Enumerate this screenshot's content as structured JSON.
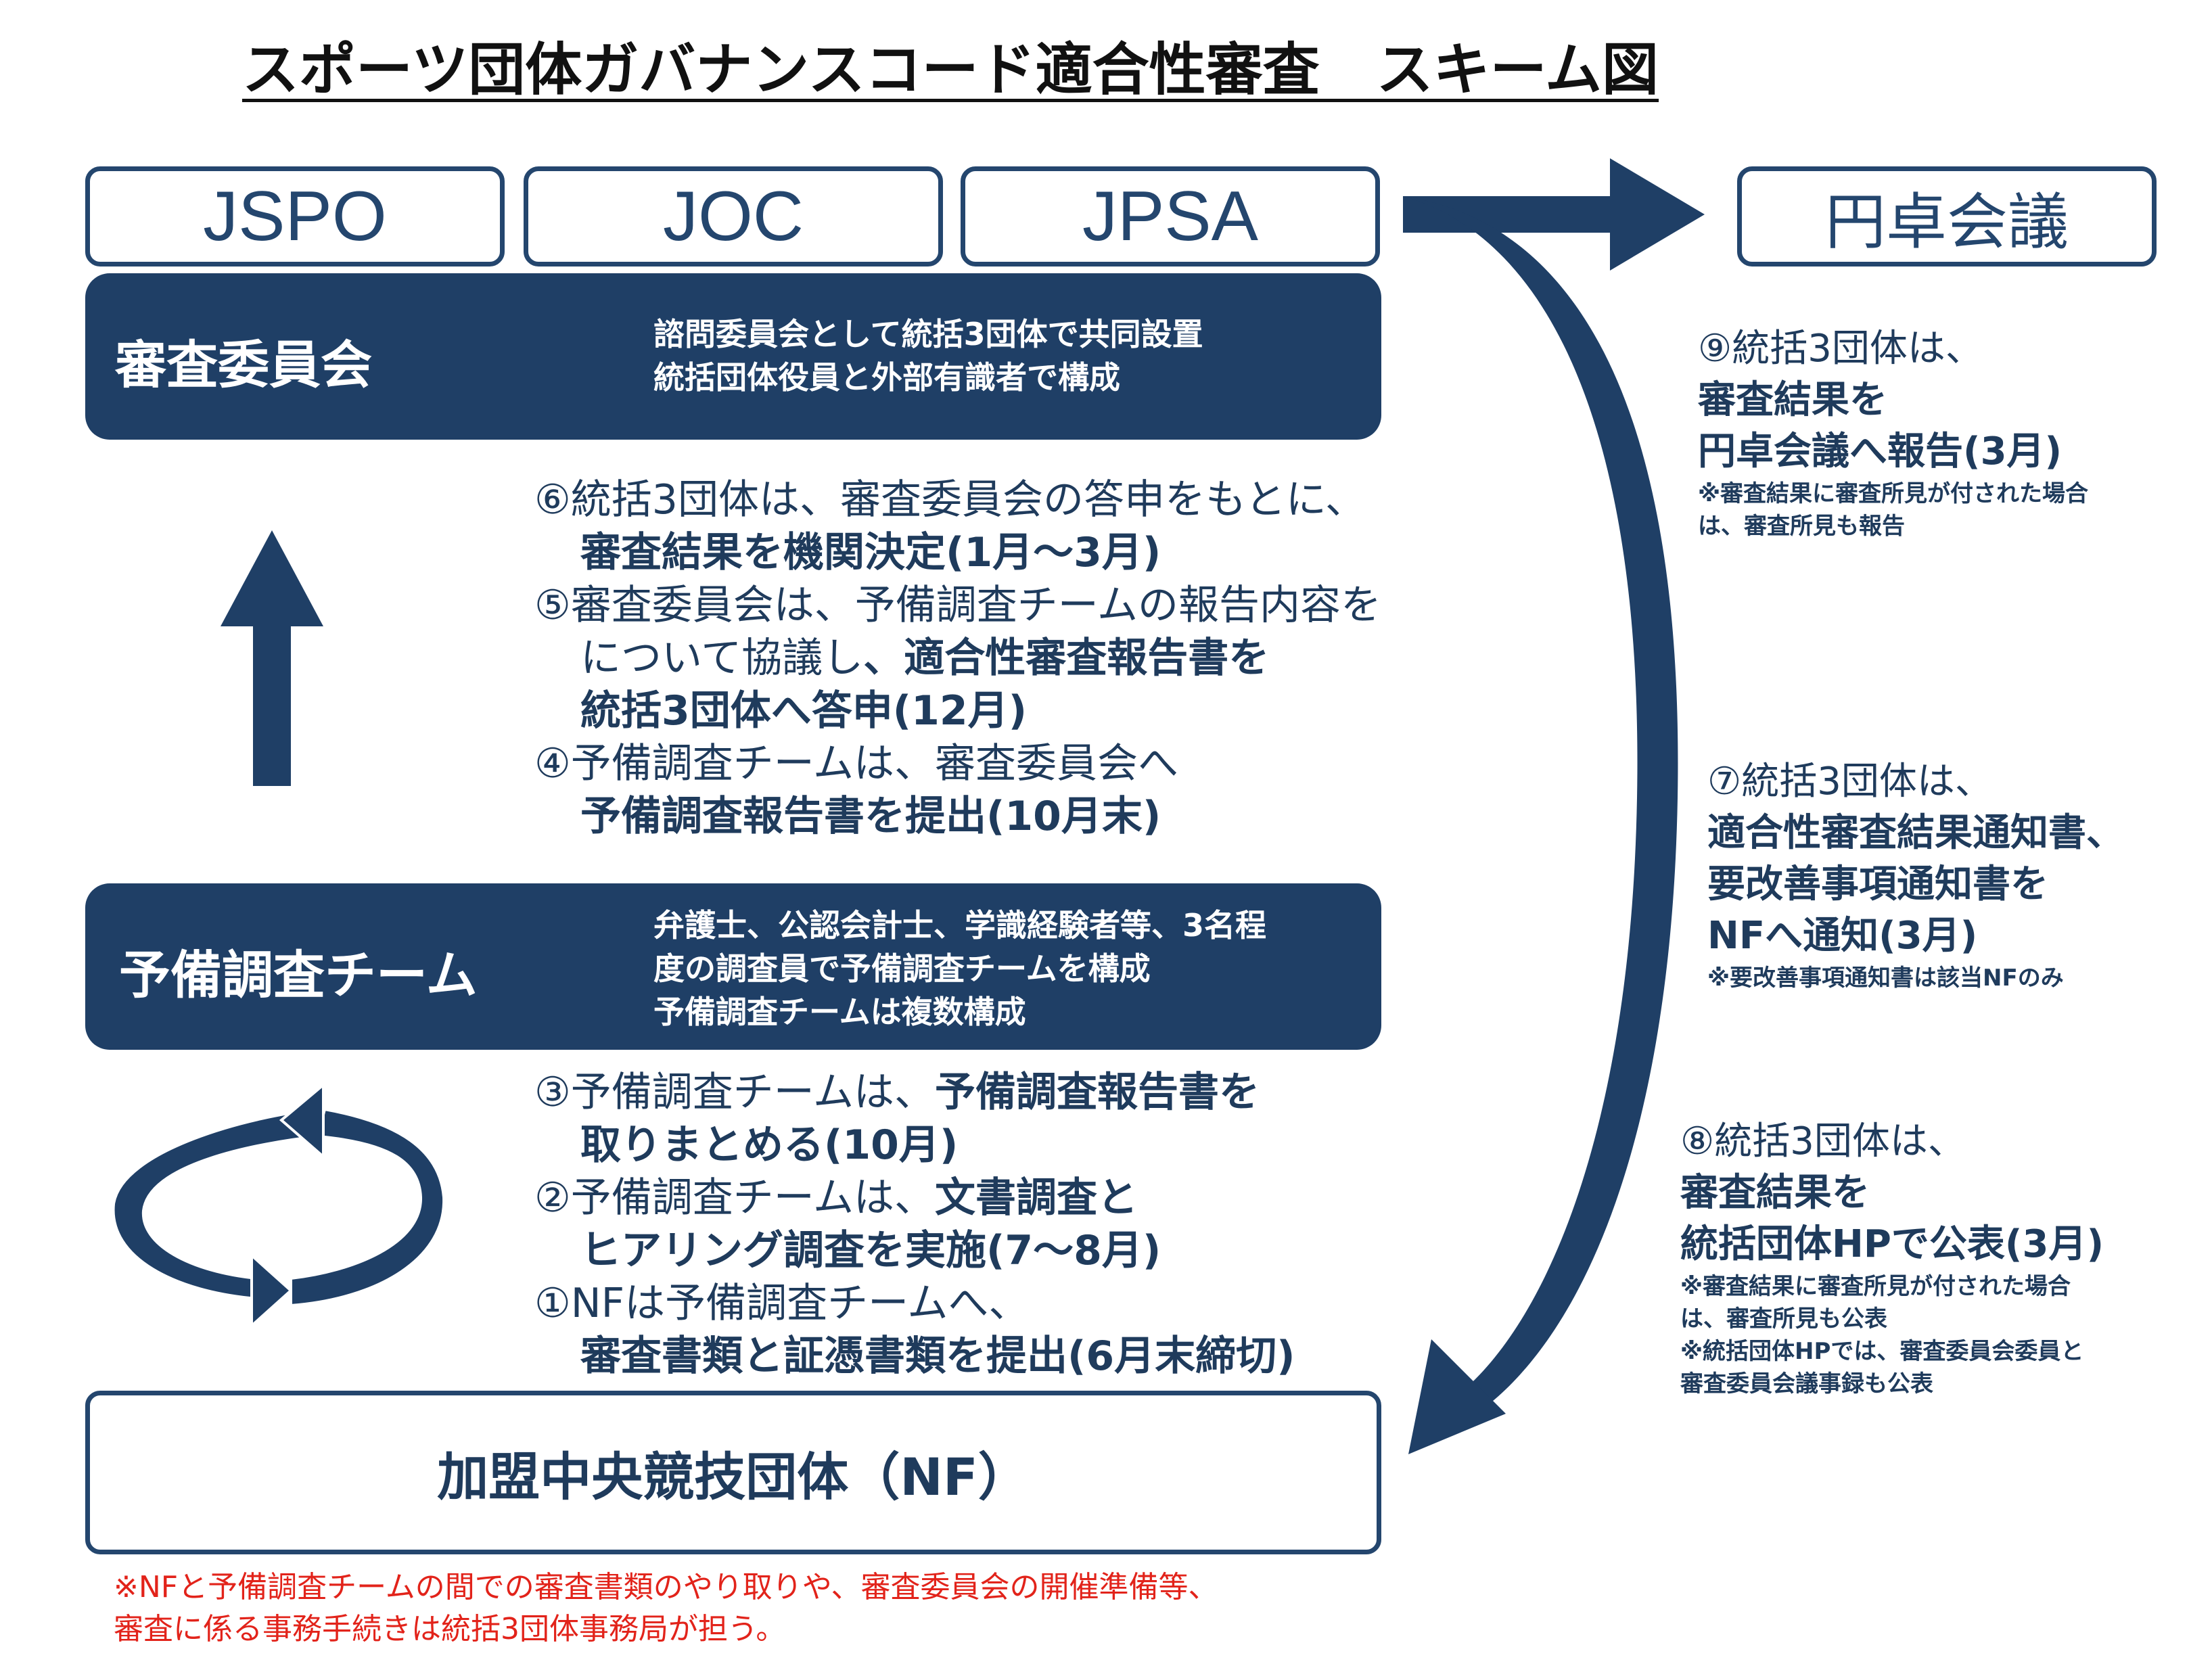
{
  "title": "スポーツ団体ガバナンスコード適合性審査　スキーム図",
  "orgs": [
    "JSPO",
    "JOC",
    "JPSA"
  ],
  "roundtable": "円卓会議",
  "committee": {
    "name": "審査委員会",
    "desc": [
      "諮問委員会として統括3団体で共同設置",
      "統括団体役員と外部有識者で構成"
    ]
  },
  "team": {
    "name": "予備調査チーム",
    "desc": [
      "弁護士、公認会計士、学識経験者等、3名程",
      "度の調査員で予備調査チームを構成",
      "予備調査チームは複数構成"
    ]
  },
  "nf_box": "加盟中央競技団体（NF）",
  "steps_upper": {
    "s6_a": "⑥統括3団体は、審査委員会の答申をもとに、",
    "s6_b": "審査結果を機関決定(1月～3月)",
    "s5_a": "⑤審査委員会は、予備調査チームの報告内容を",
    "s5_b": "について協議し",
    "s5_c": "、適合性審査報告書を",
    "s5_d": "統括3団体へ答申(12月)",
    "s4_a": "④予備調査チームは、審査委員会へ",
    "s4_b": "予備調査報告書を提出(10月末)"
  },
  "steps_lower": {
    "s3_a": "③予備調査チームは、",
    "s3_b": "予備調査報告書を",
    "s3_c": "取りまとめる(10月)",
    "s2_a": "②予備調査チームは、",
    "s2_b": "文書調査と",
    "s2_c": "ヒアリング調査を実施(7～8月)",
    "s1_a": "①NFは予備調査チームへ、",
    "s1_b": "審査書類と証憑書類を提出(6月末締切)"
  },
  "side9": {
    "lead": "⑨統括3団体は、",
    "bold": [
      "審査結果を",
      "円卓会議へ報告(3月)"
    ],
    "notes": [
      "※審査結果に審査所見が付された場合",
      "は、審査所見も報告"
    ]
  },
  "side7": {
    "lead": "⑦統括3団体は、",
    "bold": [
      "適合性審査結果通知書、",
      "要改善事項通知書を",
      "NFへ通知(3月)"
    ],
    "notes": [
      "※要改善事項通知書は該当NFのみ"
    ]
  },
  "side8": {
    "lead": "⑧統括3団体は、",
    "bold": [
      "審査結果を",
      "統括団体HPで公表(3月)"
    ],
    "notes": [
      "※審査結果に審査所見が付された場合",
      "は、審査所見も公表",
      "※統括団体HPでは、審査委員会委員と",
      "審査委員会議事録も公表"
    ]
  },
  "footer": [
    "※NFと予備調査チームの間での審査書類のやり取りや、審査委員会の開催準備等、",
    "審査に係る事務手続きは統括3団体事務局が担う。"
  ],
  "colors": {
    "navy": "#1f3f66",
    "border": "#24466e",
    "red": "#e2231a"
  }
}
